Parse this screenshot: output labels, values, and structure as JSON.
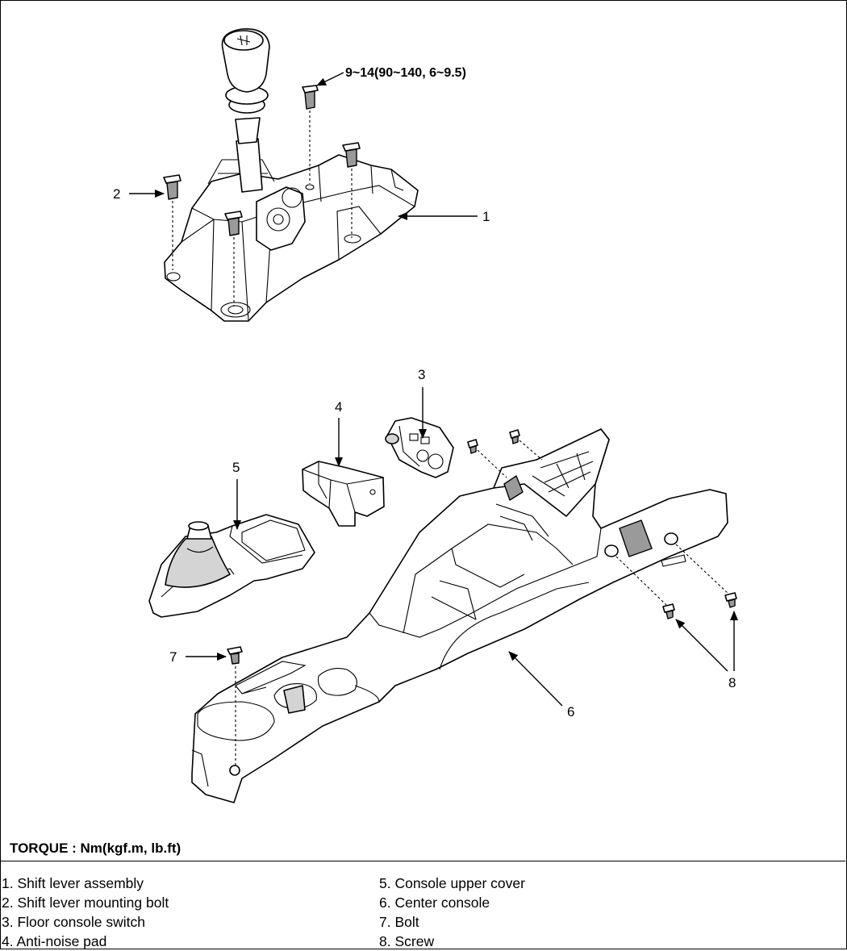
{
  "callouts": {
    "c1": "1",
    "c2": "2",
    "c3": "3",
    "c4": "4",
    "c5": "5",
    "c6": "6",
    "c7": "7",
    "c8": "8"
  },
  "torque_spec": "9~14(90~140, 6~9.5)",
  "torque_label": "TORQUE : Nm(kgf.m, lb.ft)",
  "legend": {
    "left": [
      "1. Shift lever assembly",
      "2. Shift lever mounting bolt",
      "3. Floor console switch",
      "4. Anti-noise pad"
    ],
    "right": [
      "5. Console upper cover",
      "6. Center console",
      "7. Bolt",
      "8. Screw"
    ]
  }
}
